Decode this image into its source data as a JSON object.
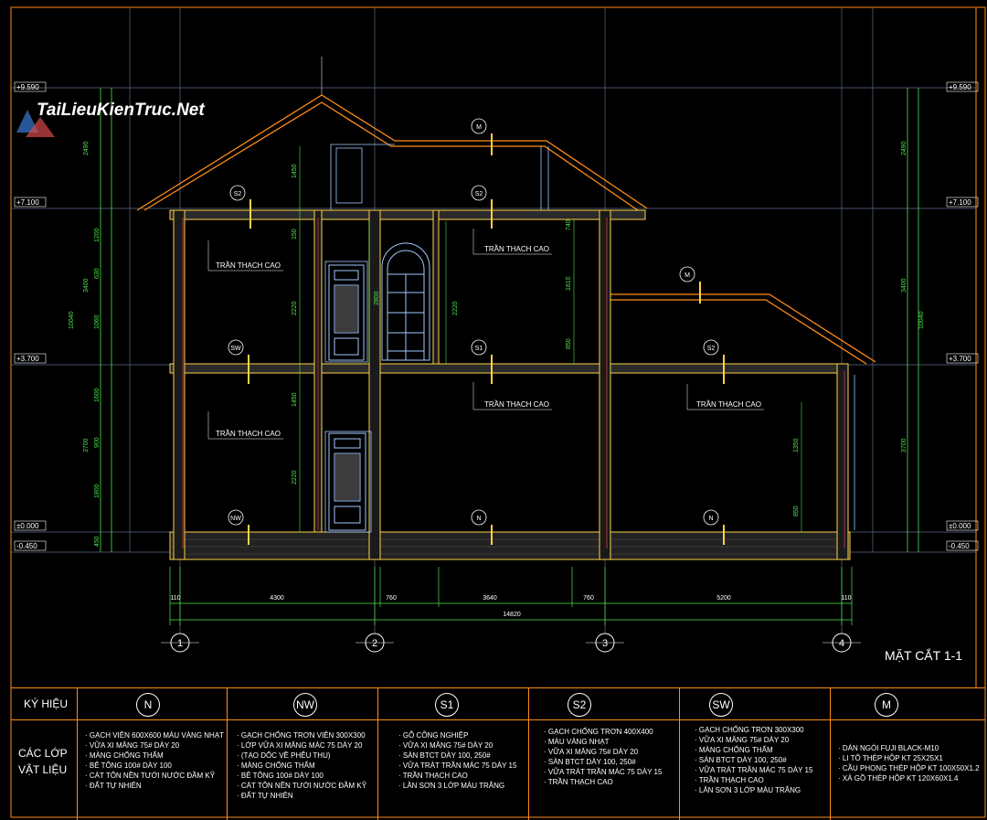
{
  "watermark": {
    "brand": "TaiLieuKienTruc.Net"
  },
  "drawing_title": "MẶT CẮT 1-1",
  "levels": [
    "+9.590",
    "+7.100",
    "+3.700",
    "±0.000",
    "-0.450"
  ],
  "vertical_dims_left": [
    "2490",
    "1200",
    "630",
    "3400",
    "1060",
    "1600",
    "900",
    "3700",
    "1800",
    "10040",
    "450"
  ],
  "vertical_dims_right": [
    "2490",
    "3400",
    "10040",
    "3700"
  ],
  "interior_dims": [
    "1450",
    "150",
    "2220",
    "2800",
    "2220",
    "740",
    "1810",
    "850",
    "1450",
    "2220",
    "1350",
    "850"
  ],
  "horizontal_dims": [
    "110",
    "4300",
    "760",
    "3640",
    "760",
    "5200",
    "110"
  ],
  "total_dim": "14820",
  "axes": [
    "1",
    "2",
    "3",
    "4"
  ],
  "callouts": [
    "M",
    "S2",
    "S2",
    "M",
    "SW",
    "S1",
    "S2",
    "NW",
    "N",
    "N"
  ],
  "ceiling_labels": [
    "TRẦN THẠCH CAO",
    "TRẦN THẠCH CAO",
    "TRẦN THẠCH CAO",
    "TRẦN THẠCH CAO",
    "TRẦN THẠCH CAO"
  ],
  "legend": {
    "symbol_header": "KÝ HIỆU",
    "layers_header": "CÁC LỚP VẬT LIỆU",
    "columns": [
      {
        "symbol": "N",
        "items": [
          "GẠCH VIÊN 600X600 MÀU VÀNG NHẠT",
          "VỮA XI MĂNG 75# DÀY 20",
          "MÀNG CHỐNG THẤM",
          "BÊ TÔNG 100# DÀY 100",
          "CÁT TÔN NỀN TƯỚI NƯỚC ĐẦM KỸ",
          "ĐẤT TỰ NHIÊN"
        ]
      },
      {
        "symbol": "NW",
        "items": [
          "GẠCH CHỐNG TRƠN VIÊN 300X300",
          "LỚP VỮA XI MĂNG MÁC 75 DÀY 20",
          "(TẠO DỐC VỀ PHỄU THU)",
          "MÀNG CHỐNG THẤM",
          "BÊ TÔNG 100# DÀY 100",
          "CÁT TÔN NỀN TƯỚI NƯỚC ĐẦM KỸ",
          "ĐẤT TỰ NHIÊN"
        ]
      },
      {
        "symbol": "S1",
        "items": [
          "GỖ CÔNG NGHIỆP",
          "VỮA XI MĂNG 75# DÀY 20",
          "SÀN BTCT DÀY 100, 250#",
          "VỮA TRÁT TRẦN MÁC 75 DÀY 15",
          "TRẦN THẠCH CAO",
          "LĂN SƠN 3 LỚP MÀU TRẮNG"
        ]
      },
      {
        "symbol": "S2",
        "items": [
          "GẠCH CHỐNG TRƠN 400X400",
          "MÀU VÀNG NHẠT",
          "VỮA XI MĂNG 75# DÀY 20",
          "SÀN BTCT DÀY 100, 250#",
          "VỮA TRÁT TRẦN MÁC 75 DÀY 15",
          "TRẦN THẠCH CAO"
        ]
      },
      {
        "symbol": "SW",
        "items": [
          "GẠCH CHỐNG TRƠN 300X300",
          "VỮA XI MĂNG 75# DÀY 20",
          "MÀNG CHỐNG THẤM",
          "SÀN BTCT DÀY 100, 250#",
          "VỮA TRÁT TRẦN MÁC 75 DÀY 15",
          "TRẦN THẠCH CAO",
          "LĂN SƠN 3 LỚP MÀU TRẮNG"
        ]
      },
      {
        "symbol": "M",
        "items": [
          "DÁN NGÓI FUJI BLACK-M10",
          "LI TÔ THÉP HỘP KT 25X25X1",
          "CẦU PHONG THÉP HỘP KT 100X50X1.2",
          "XÀ GỒ THÉP HỘP KT 120X60X1.4"
        ]
      }
    ]
  }
}
